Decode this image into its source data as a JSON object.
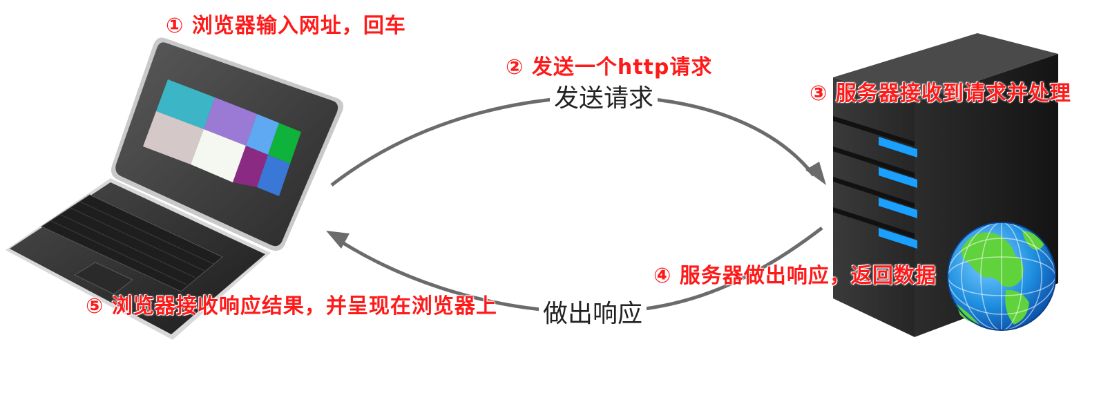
{
  "steps": [
    {
      "label": "① 浏览器输入网址，回车"
    },
    {
      "label": "② 发送一个http请求"
    },
    {
      "label": "③ 服务器接收到请求并处理"
    },
    {
      "label": "④ 服务器做出响应，返回数据"
    },
    {
      "label": "⑤ 浏览器接收响应结果，并呈现在浏览器上"
    }
  ],
  "flows": {
    "request_label": "发送请求",
    "response_label": "做出响应"
  },
  "colors": {
    "step_text": "#ff1a1a",
    "arrow": "#6b6b6b",
    "flow_text": "#222222"
  },
  "icons": {
    "client": "laptop-icon",
    "server": "server-icon",
    "network": "globe-icon"
  }
}
